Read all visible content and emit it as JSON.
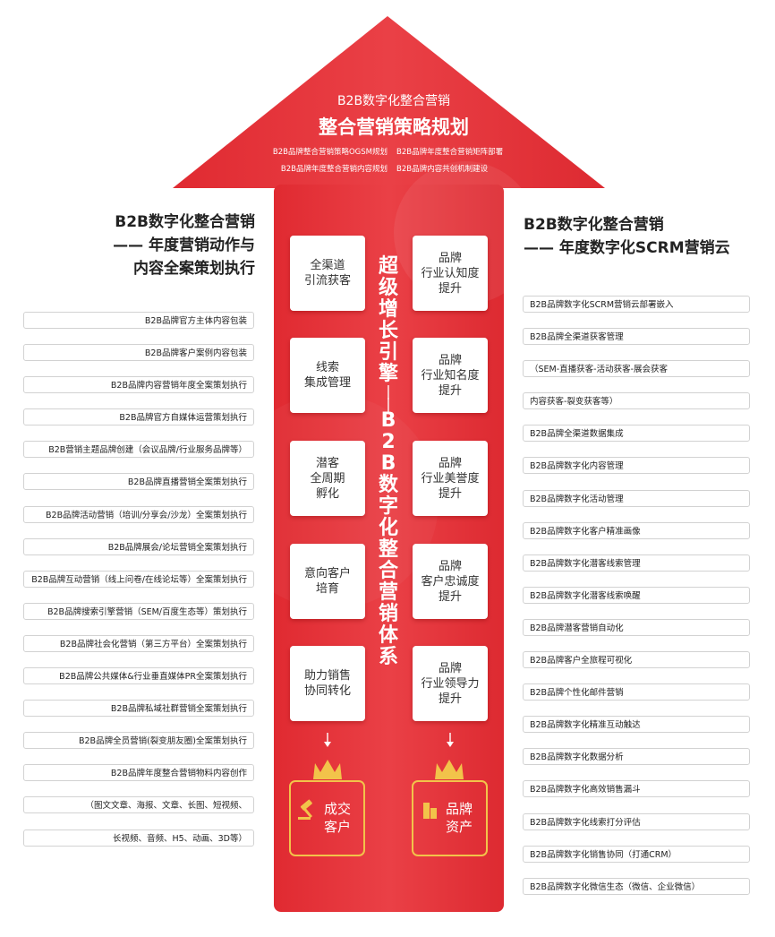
{
  "arrow": {
    "subtitle": "B2B数字化整合营销",
    "title": "整合营销策略规划",
    "strategies": [
      "B2B品牌整合营销策略OGSM规划",
      "B2B品牌年度整合营销矩阵部署",
      "B2B品牌年度整合营销内容规划",
      "B2B品牌内容共创机制建设"
    ]
  },
  "left_panel": {
    "title_lines": [
      "B2B数字化整合营销",
      "—— 年度营销动作与",
      "内容全案策划执行"
    ],
    "items": [
      "B2B品牌官方主体内容包装",
      "B2B品牌客户案例内容包装",
      "B2B品牌内容营销年度全案策划执行",
      "B2B品牌官方自媒体运营策划执行",
      "B2B营销主题品牌创建（会议品牌/行业服务品牌等）",
      "B2B品牌直播营销全案策划执行",
      "B2B品牌活动营销（培训/分享会/沙龙）全案策划执行",
      "B2B品牌展会/论坛营销全案策划执行",
      "B2B品牌互动营销（线上问卷/在线论坛等）全案策划执行",
      "B2B品牌搜索引擎营销（SEM/百度生态等）策划执行",
      "B2B品牌社会化营销（第三方平台）全案策划执行",
      "B2B品牌公共媒体&行业垂直媒体PR全案策划执行",
      "B2B品牌私域社群营销全案策划执行",
      "B2B品牌全员营销(裂变朋友圈)全案策划执行",
      "B2B品牌年度整合营销物料内容创作",
      "（图文文章、海报、文章、长图、短视频、",
      "长视频、音频、H5、动画、3D等）"
    ]
  },
  "right_panel": {
    "title_lines": [
      "B2B数字化整合营销",
      "—— 年度数字化SCRM营销云"
    ],
    "items": [
      "B2B品牌数字化SCRM营销云部署嵌入",
      "B2B品牌全渠道获客管理",
      "（SEM-直播获客-活动获客-展会获客",
      "内容获客-裂变获客等）",
      "B2B品牌全渠道数据集成",
      "B2B品牌数字化内容管理",
      "B2B品牌数字化活动管理",
      "B2B品牌数字化客户精准画像",
      "B2B品牌数字化潜客线索管理",
      "B2B品牌数字化潜客线索唤醒",
      "B2B品牌潜客营销自动化",
      "B2B品牌客户全旅程可视化",
      "B2B品牌个性化邮件营销",
      "B2B品牌数字化精准互动触达",
      "B2B品牌数字化数据分析",
      "B2B品牌数字化高效销售漏斗",
      "B2B品牌数字化线索打分评估",
      "B2B品牌数字化销售协同（打通CRM）",
      "B2B品牌数字化微信生态（微信、企业微信）"
    ]
  },
  "center": {
    "vertical_title": "超级增长引擎——B2B数字化整合营销体系",
    "left_cards": [
      "全渠道\n引流获客",
      "线索\n集成管理",
      "潜客\n全周期\n孵化",
      "意向客户\n培育",
      "助力销售\n协同转化"
    ],
    "right_cards": [
      "品牌\n行业认知度\n提升",
      "品牌\n行业知名度\n提升",
      "品牌\n行业美誉度\n提升",
      "品牌\n客户忠诚度\n提升",
      "品牌\n行业领导力\n提升"
    ],
    "outcomes": [
      {
        "label": "成交\n客户",
        "icon": "gavel-icon"
      },
      {
        "label": "品牌\n资产",
        "icon": "building-icon"
      }
    ]
  },
  "colors": {
    "arrow_red": "#e4353c",
    "arrow_dark": "#c8232a",
    "gold": "#f2c34a",
    "pill_border": "#d2d2d2"
  }
}
